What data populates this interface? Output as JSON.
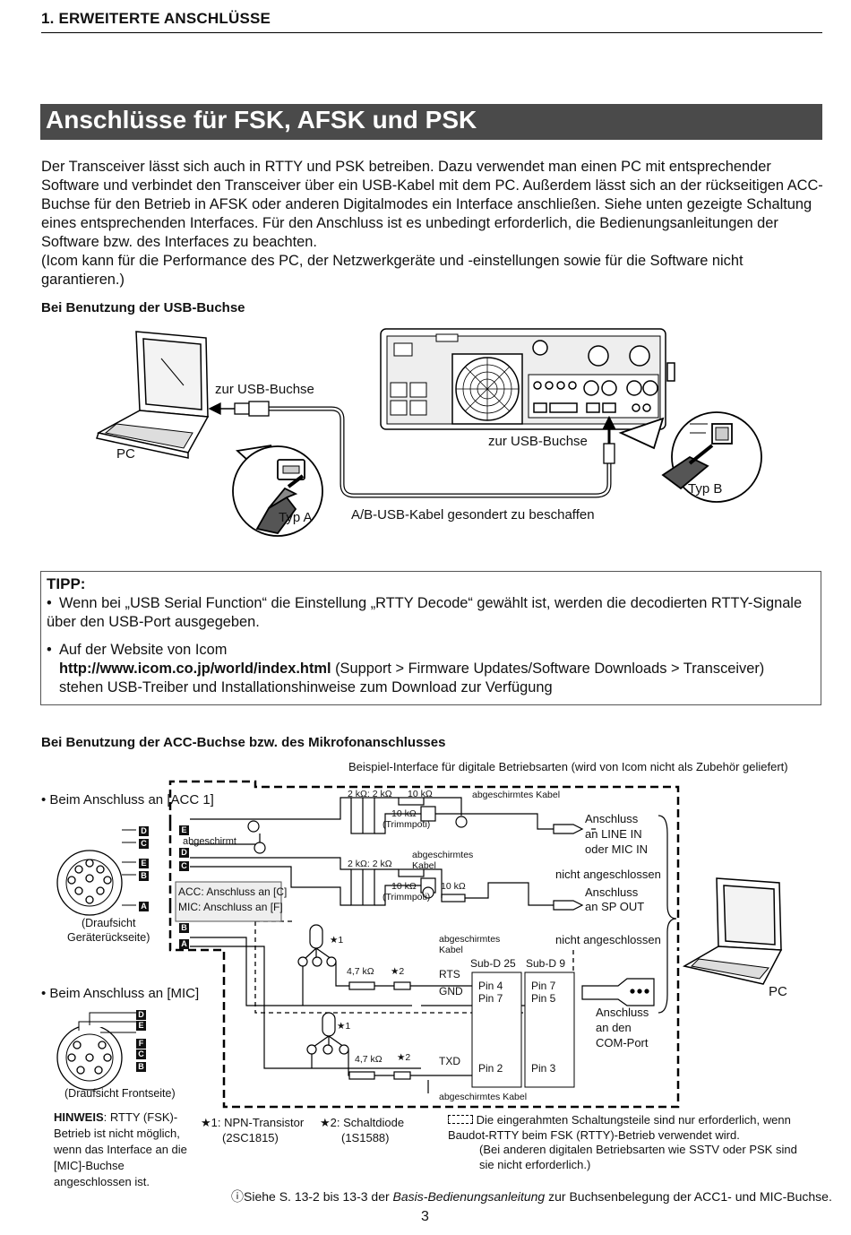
{
  "header": {
    "section": "1. ERWEITERTE ANSCHLÜSSE"
  },
  "title": "Anschlüsse für FSK, AFSK und PSK",
  "intro": {
    "p1": "Der Transceiver lässt sich auch in RTTY und PSK betreiben. Dazu verwendet man einen PC mit entsprechender Software und verbindet den Transceiver über ein USB-Kabel mit dem PC. Außerdem lässt sich an der rückseitigen ACC-Buchse für den Betrieb in AFSK oder anderen Digitalmodes ein Interface anschließen. Siehe unten gezeigte Schaltung eines entsprechenden Interfaces. Für den Anschluss ist es unbedingt erforderlich, die Bedienungsanleitungen der Software bzw. des Interfaces zu beachten.",
    "p2": "(Icom kann für die Performance des PC, der Netzwerkgeräte und -einstellungen sowie für die Software nicht garantieren.)"
  },
  "usb_section": {
    "heading": "Bei Benutzung der USB-Buchse",
    "label_pc_socket": "zur USB-Buchse",
    "label_radio_socket": "zur USB-Buchse",
    "label_pc": "PC",
    "label_type_a": "Typ A",
    "label_type_b": "Typ B",
    "label_cable": "A/B-USB-Kabel gesondert zu beschaffen"
  },
  "tip": {
    "title": "TIPP:",
    "item1": "Wenn bei „USB Serial Function“ die Einstellung „RTTY Decode“ gewählt ist, werden die decodierten RTTY-Signale über den USB-Port ausgegeben.",
    "item2_line1": "Auf der Website von Icom",
    "item2_url": "http://www.icom.co.jp/world/index.html",
    "item2_rest": " (Support > Firmware Updates/Software Downloads > Transceiver)",
    "item2_line3": "stehen USB-Treiber und Installationshinweise zum Download zur Verfügung"
  },
  "acc_section": {
    "heading": "Bei Benutzung der ACC-Buchse bzw. des Mikrofonanschlusses",
    "interface_caption": "Beispiel-Interface für digitale Betriebsarten (wird von Icom nicht als Zubehör geliefert)",
    "acc1_label": "• Beim Anschluss an [ACC 1]",
    "acc1_view": "(Draufsicht\nGeräterückseite)",
    "mic_label": "• Beim Anschluss an [MIC]",
    "mic_view": "(Draufsicht Frontseite)",
    "shielded_1": "abgeschirmt",
    "acc_mic_note_1": "ACC: Anschluss an [C]",
    "acc_mic_note_2": "MIC: Anschluss an [F]",
    "r_2k_top": "2 kΩ: 2 kΩ",
    "r_10k_top": "10 kΩ",
    "trim_top_1": "10 kΩ",
    "trim_top_2": "(Trimmpoti)",
    "shielded_cable_top": "abgeschirmtes Kabel",
    "r_2k_mid": "2 kΩ: 2 kΩ",
    "shielded_cable_mid_1": "abgeschirmtes",
    "shielded_cable_mid_2": "Kabel",
    "trim_mid_1": "10 kΩ",
    "trim_mid_2": "(Trimmpoti)",
    "r_10k_mid": "10 kΩ",
    "conn_line_in_1": "Anschluss",
    "conn_line_in_2": "an LINE IN",
    "conn_line_in_3": "oder MIC IN",
    "not_connected_1": "nicht angeschlossen",
    "conn_sp_out_1": "Anschluss",
    "conn_sp_out_2": "an SP OUT",
    "not_connected_2": "nicht angeschlossen",
    "shielded_cable_low_1": "abgeschirmtes",
    "shielded_cable_low_2": "Kabel",
    "subd25": "Sub-D 25",
    "subd9": "Sub-D 9",
    "rts": "RTS",
    "gnd": "GND",
    "txd": "TXD",
    "pin4": "Pin 4",
    "pin7a": "Pin 7",
    "pin7b": "Pin 7",
    "pin5": "Pin 5",
    "pin2": "Pin 2",
    "pin3": "Pin 3",
    "r_47k_1": "4,7 kΩ",
    "r_47k_2": "4,7 kΩ",
    "star1": "★1",
    "star2": "★2",
    "com_port_1": "Anschluss",
    "com_port_2": "an den",
    "com_port_3": "COM-Port",
    "shielded_cable_bottom": "abgeschirmtes Kabel",
    "pc_label": "PC",
    "hint_bold": "HINWEIS",
    "hint_text": ": RTTY (FSK)-Betrieb ist nicht möglich, wenn das Interface an die [MIC]-Buchse angeschlossen ist.",
    "fn1_1": "★1: NPN-Transistor",
    "fn1_2": "(2SC1815)",
    "fn2_1": "★2: Schaltdiode",
    "fn2_2": "(1S1588)",
    "dashed_note": "Die eingerahmten Schaltungsteile sind nur erforderlich, wenn Baudot-RTTY beim FSK (RTTY)-Betrieb verwendet wird.",
    "dashed_note_2": "(Bei anderen digitalen Betriebsarten wie SSTV oder PSK sind sie nicht erforderlich.)"
  },
  "footer": {
    "ref_a": "Siehe S. 13-2 bis 13-3 der ",
    "ref_italic": "Basis-Bedienungsanleitung",
    "ref_b": " zur Buchsenbelegung der ACC1- und MIC-Buchse.",
    "page": "3"
  }
}
